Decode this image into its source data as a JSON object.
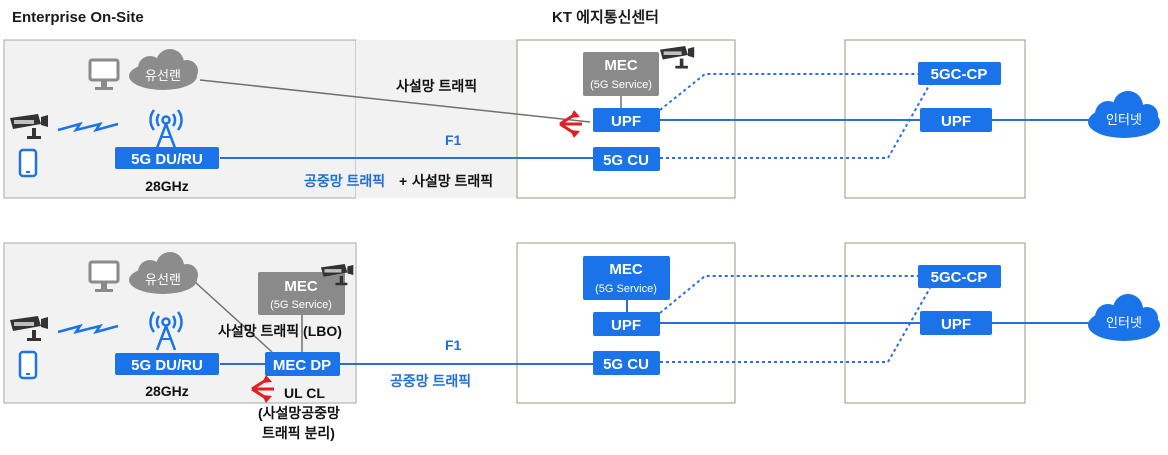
{
  "headers": {
    "enterprise": "Enterprise On-Site",
    "edge_center": "KT 에지통신센터"
  },
  "top": {
    "wired_lan": "유선랜",
    "du_ru": "5G DU/RU",
    "freq": "28GHz",
    "mec_title": "MEC",
    "mec_sub": "(5G Service)",
    "upf_edge": "UPF",
    "cu": "5G CU",
    "core_cp": "5GC-CP",
    "core_upf": "UPF",
    "internet": "인터넷",
    "private_traffic": "사설망 트래픽",
    "f1": "F1",
    "public_traffic": "공중망 트래픽",
    "plus": "+",
    "private_traffic2": "사설망 트래픽"
  },
  "bottom": {
    "wired_lan": "유선랜",
    "du_ru": "5G DU/RU",
    "freq": "28GHz",
    "local_mec_title": "MEC",
    "local_mec_sub": "(5G Service)",
    "lbo": "사설망 트래픽 (LBO)",
    "mec_dp": "MEC DP",
    "ulcl_1": "UL CL",
    "ulcl_2": "(사설망공중망",
    "ulcl_3": "트래픽 분리)",
    "f1": "F1",
    "public_traffic": "공중망 트래픽",
    "mec_title": "MEC",
    "mec_sub": "(5G Service)",
    "upf_edge": "UPF",
    "cu": "5G CU",
    "core_cp": "5GC-CP",
    "core_upf": "UPF",
    "internet": "인터넷"
  },
  "colors": {
    "blue_box": "#1a73e8",
    "gray_box": "#8a8a8a",
    "gray_cloud": "#8c8c8c",
    "blue_cloud": "#1a73e8",
    "panel_bg": "#f2f2f2",
    "panel_border": "#a8a8a8",
    "edge_border": "#9a9a7a",
    "line_blue": "#2b6fd6",
    "red_marker": "#e02020"
  },
  "icons": [
    "desktop-icon",
    "cctv-camera-icon",
    "smartphone-icon",
    "antenna-tower-icon",
    "wireless-link-icon",
    "cloud-icon",
    "split-arrow-icon"
  ]
}
